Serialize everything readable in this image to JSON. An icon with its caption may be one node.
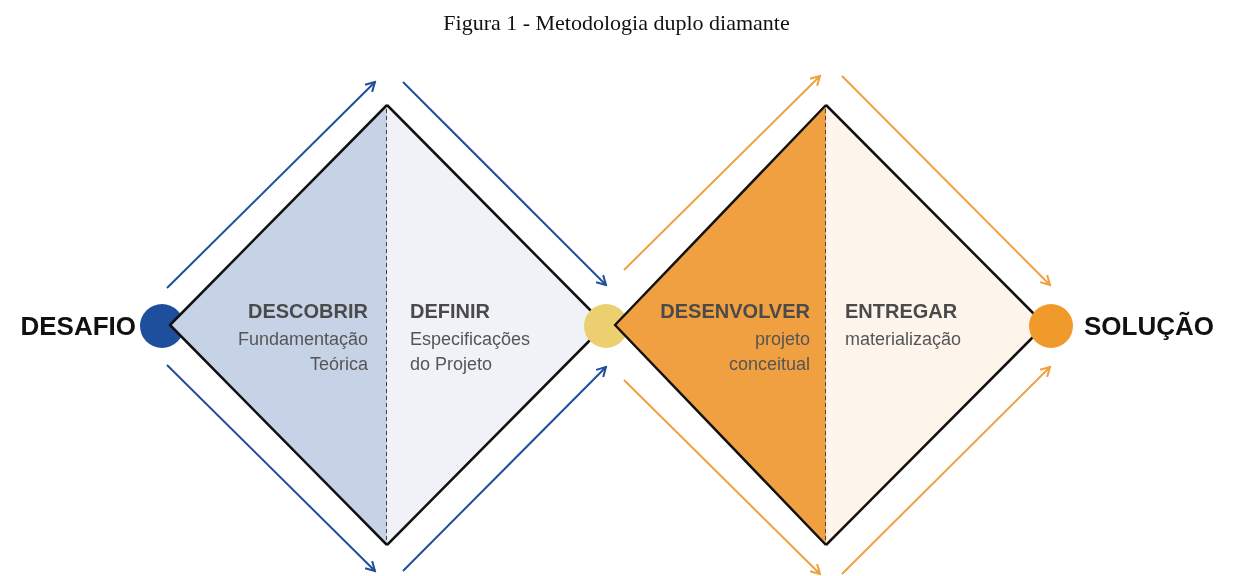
{
  "diagram": {
    "title": "Figura 1 - Metodologia duplo diamante",
    "nodes": [
      {
        "text": [
          "DESAFIO"
        ]
      },
      {
        "text": [],
        "shape": "circle"
      },
      {
        "text": [
          "DESCOBRIR",
          "Fundamentação Teórica"
        ]
      },
      {
        "text": [
          "DEFINIR",
          "Especificações do Projeto"
        ]
      },
      {
        "text": [],
        "shape": "circle"
      },
      {
        "text": [
          "DESENVOLVER",
          "projeto conceitual"
        ]
      },
      {
        "text": [
          "ENTREGAR",
          "materialização"
        ]
      },
      {
        "text": [],
        "shape": "circle"
      },
      {
        "text": [
          "SOLUÇÃO"
        ]
      }
    ]
  }
}
